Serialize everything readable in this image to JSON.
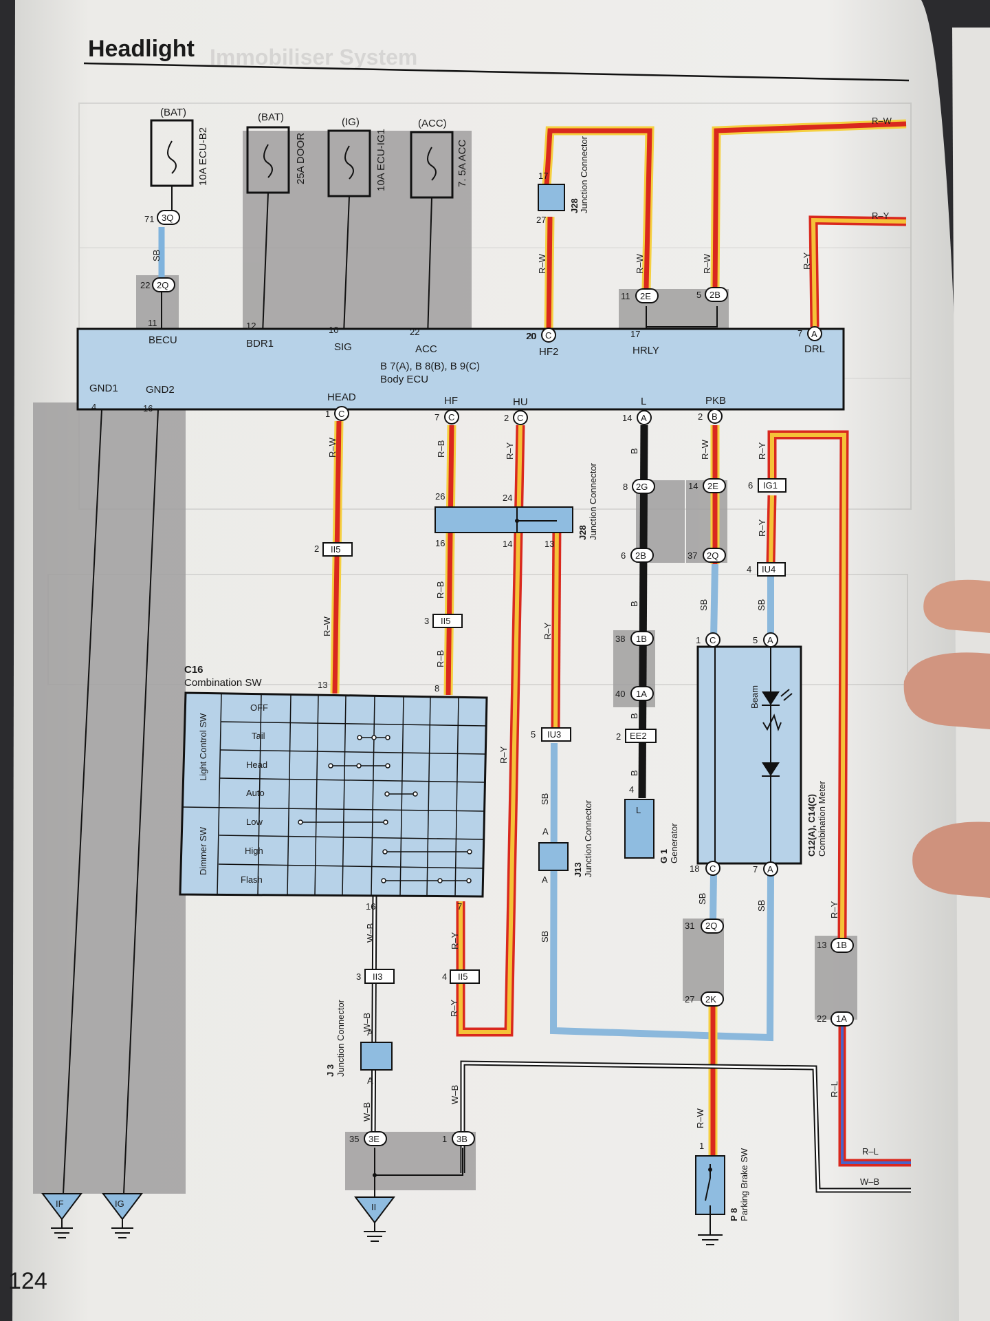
{
  "page": {
    "title": "Headlight",
    "ghost_title": "Immobiliser System",
    "page_number": "124"
  },
  "fuses": [
    {
      "source": "(BAT)",
      "name": "10A ECU-B2"
    },
    {
      "source": "(BAT)",
      "name": "25A DOOR"
    },
    {
      "source": "(IG)",
      "name": "10A ECU-IG1"
    },
    {
      "source": "(ACC)",
      "name": "7. 5A ACC"
    }
  ],
  "body_ecu": {
    "code": "B 7(A), B 8(B), B 9(C)",
    "name": "Body ECU",
    "top_terminals": [
      "BECU",
      "BDR1",
      "SIG",
      "ACC",
      "HF2",
      "HRLY",
      "DRL"
    ],
    "top_pins": [
      "11",
      "12",
      "10",
      "22",
      "20",
      "17",
      "7"
    ],
    "bottom_terminals": [
      "GND1",
      "GND2",
      "HEAD",
      "HF",
      "HU",
      "L",
      "PKB"
    ],
    "bottom_pins": [
      "4",
      "16",
      "1",
      "7",
      "2",
      "14",
      "2"
    ]
  },
  "combination_sw": {
    "code": "C16",
    "name": "Combination SW",
    "group_light": "Light Control SW",
    "group_dimmer": "Dimmer SW",
    "rows": [
      "OFF",
      "Tail",
      "Head",
      "Auto",
      "Low",
      "High",
      "Flash"
    ],
    "pin_top_left": "13",
    "pin_top_right": "8",
    "pin_bottom_left": "16",
    "pin_bottom_right": "7"
  },
  "junctions": {
    "j28_top": {
      "code": "J28",
      "name": "Junction Connector",
      "pin_a": "17",
      "pin_b": "27"
    },
    "j28_mid": {
      "code": "J28",
      "name": "Junction Connector",
      "pins": [
        "26",
        "24",
        "16",
        "14",
        "13"
      ]
    },
    "j13": {
      "code": "J13",
      "name": "Junction Connector",
      "pin_a": "A",
      "pin_b": "A"
    },
    "j3": {
      "code": "J 3",
      "name": "Junction Connector",
      "pin_a": "A",
      "pin_b": "A"
    }
  },
  "connectors": {
    "c3q": {
      "pin": "71",
      "code": "3Q"
    },
    "c2q_top": {
      "pin": "22",
      "code": "2Q"
    },
    "c2e_top": {
      "pin": "11",
      "code": "2E"
    },
    "c2b_top": {
      "pin": "5",
      "code": "2B"
    },
    "ecu_hf2": {
      "pin": "20",
      "code": "C"
    },
    "ecu_drl": {
      "pin": "7",
      "code": "A"
    },
    "ecu_head": {
      "pin": "1",
      "code": "C"
    },
    "ecu_hf": {
      "pin": "7",
      "code": "C"
    },
    "ecu_hu": {
      "pin": "2",
      "code": "C"
    },
    "ecu_l": {
      "pin": "14",
      "code": "A"
    },
    "ecu_pkb": {
      "pin": "2",
      "code": "B"
    },
    "c2g": {
      "pin": "8",
      "code": "2G"
    },
    "c2b_mid": {
      "pin": "6",
      "code": "2B"
    },
    "c2e_mid": {
      "pin": "14",
      "code": "2E"
    },
    "c2q_mid": {
      "pin": "37",
      "code": "2Q"
    },
    "ig1": {
      "pin": "6",
      "code": "IG1"
    },
    "iu4": {
      "pin": "4",
      "code": "IU4"
    },
    "ii5_a": {
      "pin": "2",
      "code": "II5"
    },
    "ii5_b": {
      "pin": "3",
      "code": "II5"
    },
    "iu3": {
      "pin": "5",
      "code": "IU3"
    },
    "c1b": {
      "pin": "38",
      "code": "1B"
    },
    "c1a": {
      "pin": "40",
      "code": "1A"
    },
    "ee2": {
      "pin": "2",
      "code": "EE2"
    },
    "meter_1c": {
      "pin": "1",
      "code": "C"
    },
    "meter_5a": {
      "pin": "5",
      "code": "A"
    },
    "meter_18c": {
      "pin": "18",
      "code": "C"
    },
    "meter_7a": {
      "pin": "7",
      "code": "A"
    },
    "c2q_low": {
      "pin": "31",
      "code": "2Q"
    },
    "c2k": {
      "pin": "27",
      "code": "2K"
    },
    "c1b_r": {
      "pin": "13",
      "code": "1B"
    },
    "c1a_r": {
      "pin": "22",
      "code": "1A"
    },
    "ii3": {
      "pin": "3",
      "code": "II3"
    },
    "ii5_c": {
      "pin": "4",
      "code": "II5"
    },
    "c3e": {
      "pin": "35",
      "code": "3E"
    },
    "c3b": {
      "pin": "1",
      "code": "3B"
    }
  },
  "generator": {
    "code": "G 1",
    "name": "Generator",
    "pin": "4",
    "terminal": "L"
  },
  "meter": {
    "code": "C12(A), C14(C)",
    "name": "Combination Meter",
    "element": "Beam"
  },
  "parking_brake": {
    "code": "P 8",
    "name": "Parking Brake SW",
    "pin": "1"
  },
  "grounds": [
    "IF",
    "IG",
    "II"
  ],
  "wire_colors": {
    "sb": "SB",
    "rw": "R–W",
    "ry": "R–Y",
    "rb": "R–B",
    "b": "B",
    "wb": "W–B",
    "rl": "R–L"
  },
  "colors": {
    "red": "#d9281e",
    "yellow": "#f2c230",
    "blue": "#8bb8dc",
    "black": "#151515",
    "ecu_fill": "#b7d2e8",
    "shade": "#9d9c9c"
  }
}
